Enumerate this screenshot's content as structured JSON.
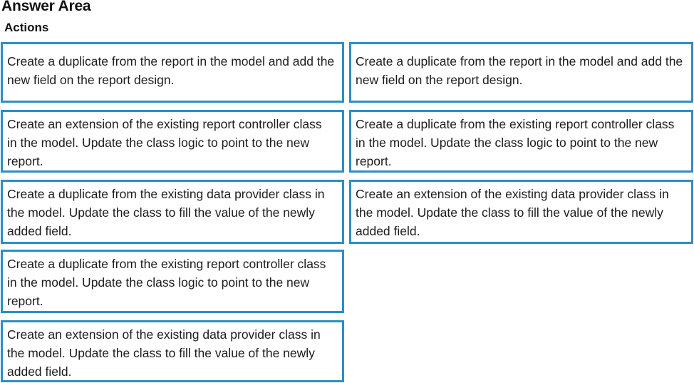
{
  "header": {
    "title": "Answer Area",
    "subtitle": "Actions"
  },
  "actions_left": [
    "Create a duplicate from the report in the model and add the new field on the report design.",
    "Create an extension of the existing report controller class in the model. Update the class logic to point to the new report.",
    "Create a duplicate from the existing data provider class in the model. Update the class to fill the value of the newly added field.",
    "Create a duplicate from the existing report controller class in the model. Update the class logic to point to the new report.",
    "Create an extension of the existing data provider class in the model. Update the class to fill the value of the newly added field."
  ],
  "actions_right": [
    "Create a duplicate from the report in the model and add the new field on the report design.",
    "Create a duplicate from the existing report controller class in the model. Update the class logic to point to the new report.",
    "Create an extension of the existing data provider class in the model. Update the class to fill the value of the newly added field."
  ],
  "colors": {
    "box_border": "#2b8fc6"
  }
}
